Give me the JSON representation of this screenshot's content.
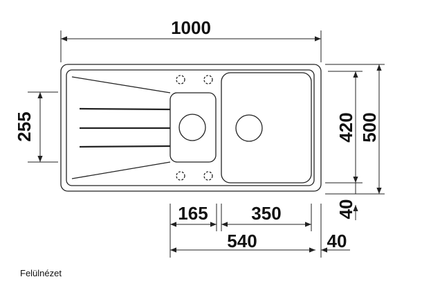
{
  "dimensions": {
    "total_width": "1000",
    "bowl_depth": "255",
    "inner_height": "420",
    "total_height": "500",
    "bottom_margin": "40",
    "small_bowl_width": "165",
    "main_bowl_width": "350",
    "combined_width": "540",
    "right_margin": "40"
  },
  "caption": "Felülnézet",
  "colors": {
    "line": "#222222",
    "fill": "#ffffff"
  }
}
